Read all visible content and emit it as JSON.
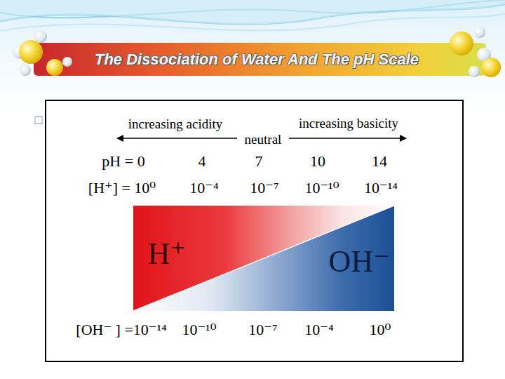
{
  "diagram": {
    "title": "The Dissociation of Water And The pH Scale",
    "nodes": [
      {
        "text": [
          "H⁺",
          "OH⁻"
        ]
      }
    ],
    "labels": [
      "□",
      "increasing acidity",
      "neutral",
      "increasing basicity",
      "pH = 0",
      "4",
      "7",
      "10",
      "14",
      "[H⁺] = 10⁰",
      "10⁻⁴",
      "10⁻⁷",
      "10⁻¹⁰",
      "10⁻¹⁴",
      "[OH⁻ ] =10⁻¹⁴",
      "10⁻¹⁰",
      "10⁻⁷",
      "10⁻⁴",
      "10⁰"
    ]
  }
}
